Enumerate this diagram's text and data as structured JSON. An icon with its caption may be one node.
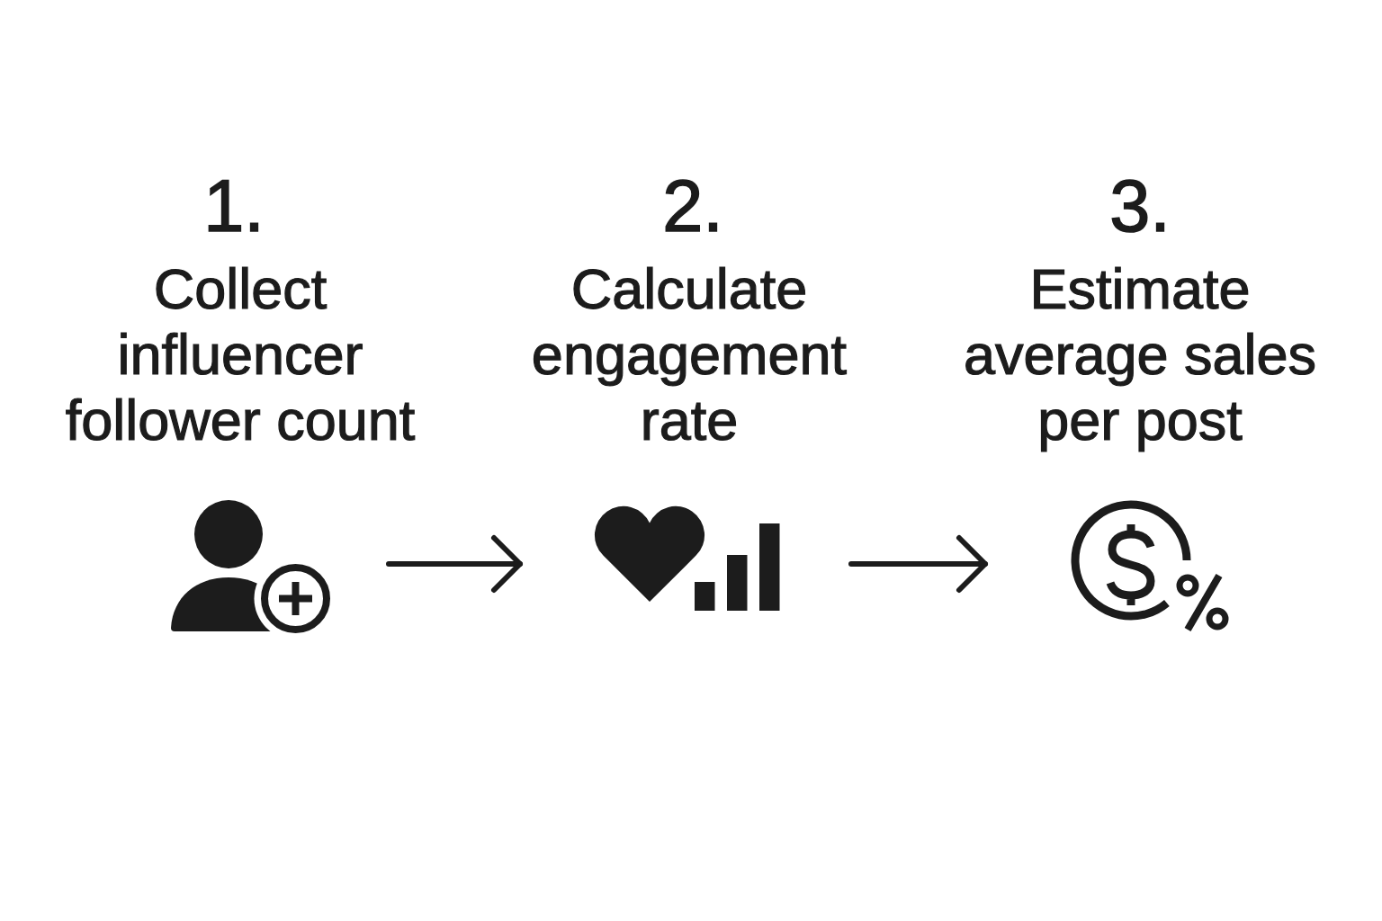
{
  "diagram": {
    "nodes": [
      {
        "text": [],
        "shape": "picture",
        "beside": [
          "1.",
          "Collect influencer follower count"
        ]
      },
      {
        "text": [],
        "shape": "picture",
        "beside": [
          "2.",
          "Calculate engagement rate"
        ]
      },
      {
        "text": [],
        "shape": "picture",
        "beside": [
          "3.",
          "Estimate average sales per post"
        ]
      }
    ],
    "edges": [
      {
        "from": 0,
        "to": 1,
        "arrow": "to"
      },
      {
        "from": 1,
        "to": 2,
        "arrow": "to"
      }
    ]
  }
}
